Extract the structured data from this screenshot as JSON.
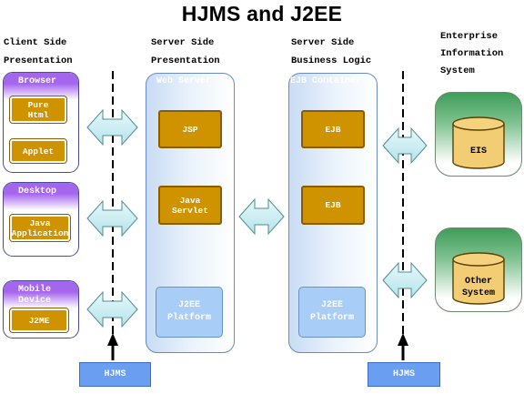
{
  "title": "HJMS and  J2EE",
  "columns": {
    "client": "Client Side\nPresentation",
    "server_presentation": "Server Side\nPresentation",
    "business": "Server Side\nBusiness Logic",
    "enterprise": "Enterprise\nInformation\nSystem"
  },
  "client_panels": {
    "browser": {
      "title": "Browser",
      "items": [
        "Pure\nHtml",
        "Applet"
      ]
    },
    "desktop": {
      "title": "Desktop",
      "items": [
        "Java\nApplication"
      ]
    },
    "mobile": {
      "title": "Mobile\nDevice",
      "items": [
        "J2ME"
      ]
    }
  },
  "web_server": {
    "title": "Web Server",
    "items": [
      "JSP",
      "Java\nServlet"
    ],
    "platform": "J2EE\nPlatform"
  },
  "ejb_container": {
    "title": "EJB Container",
    "items": [
      "EJB",
      "EJB"
    ],
    "platform": "J2EE\nPlatform"
  },
  "eis": {
    "items": [
      "EIS",
      "Other\nSystem"
    ]
  },
  "hjms": {
    "left": "HJMS",
    "right": "HJMS"
  },
  "colors": {
    "purple": "#a566ee",
    "orange": "#cf9300",
    "light_blue": "#a8cdf6",
    "green": "#3f9d5a",
    "arrow_fill": "#c9eef2"
  }
}
